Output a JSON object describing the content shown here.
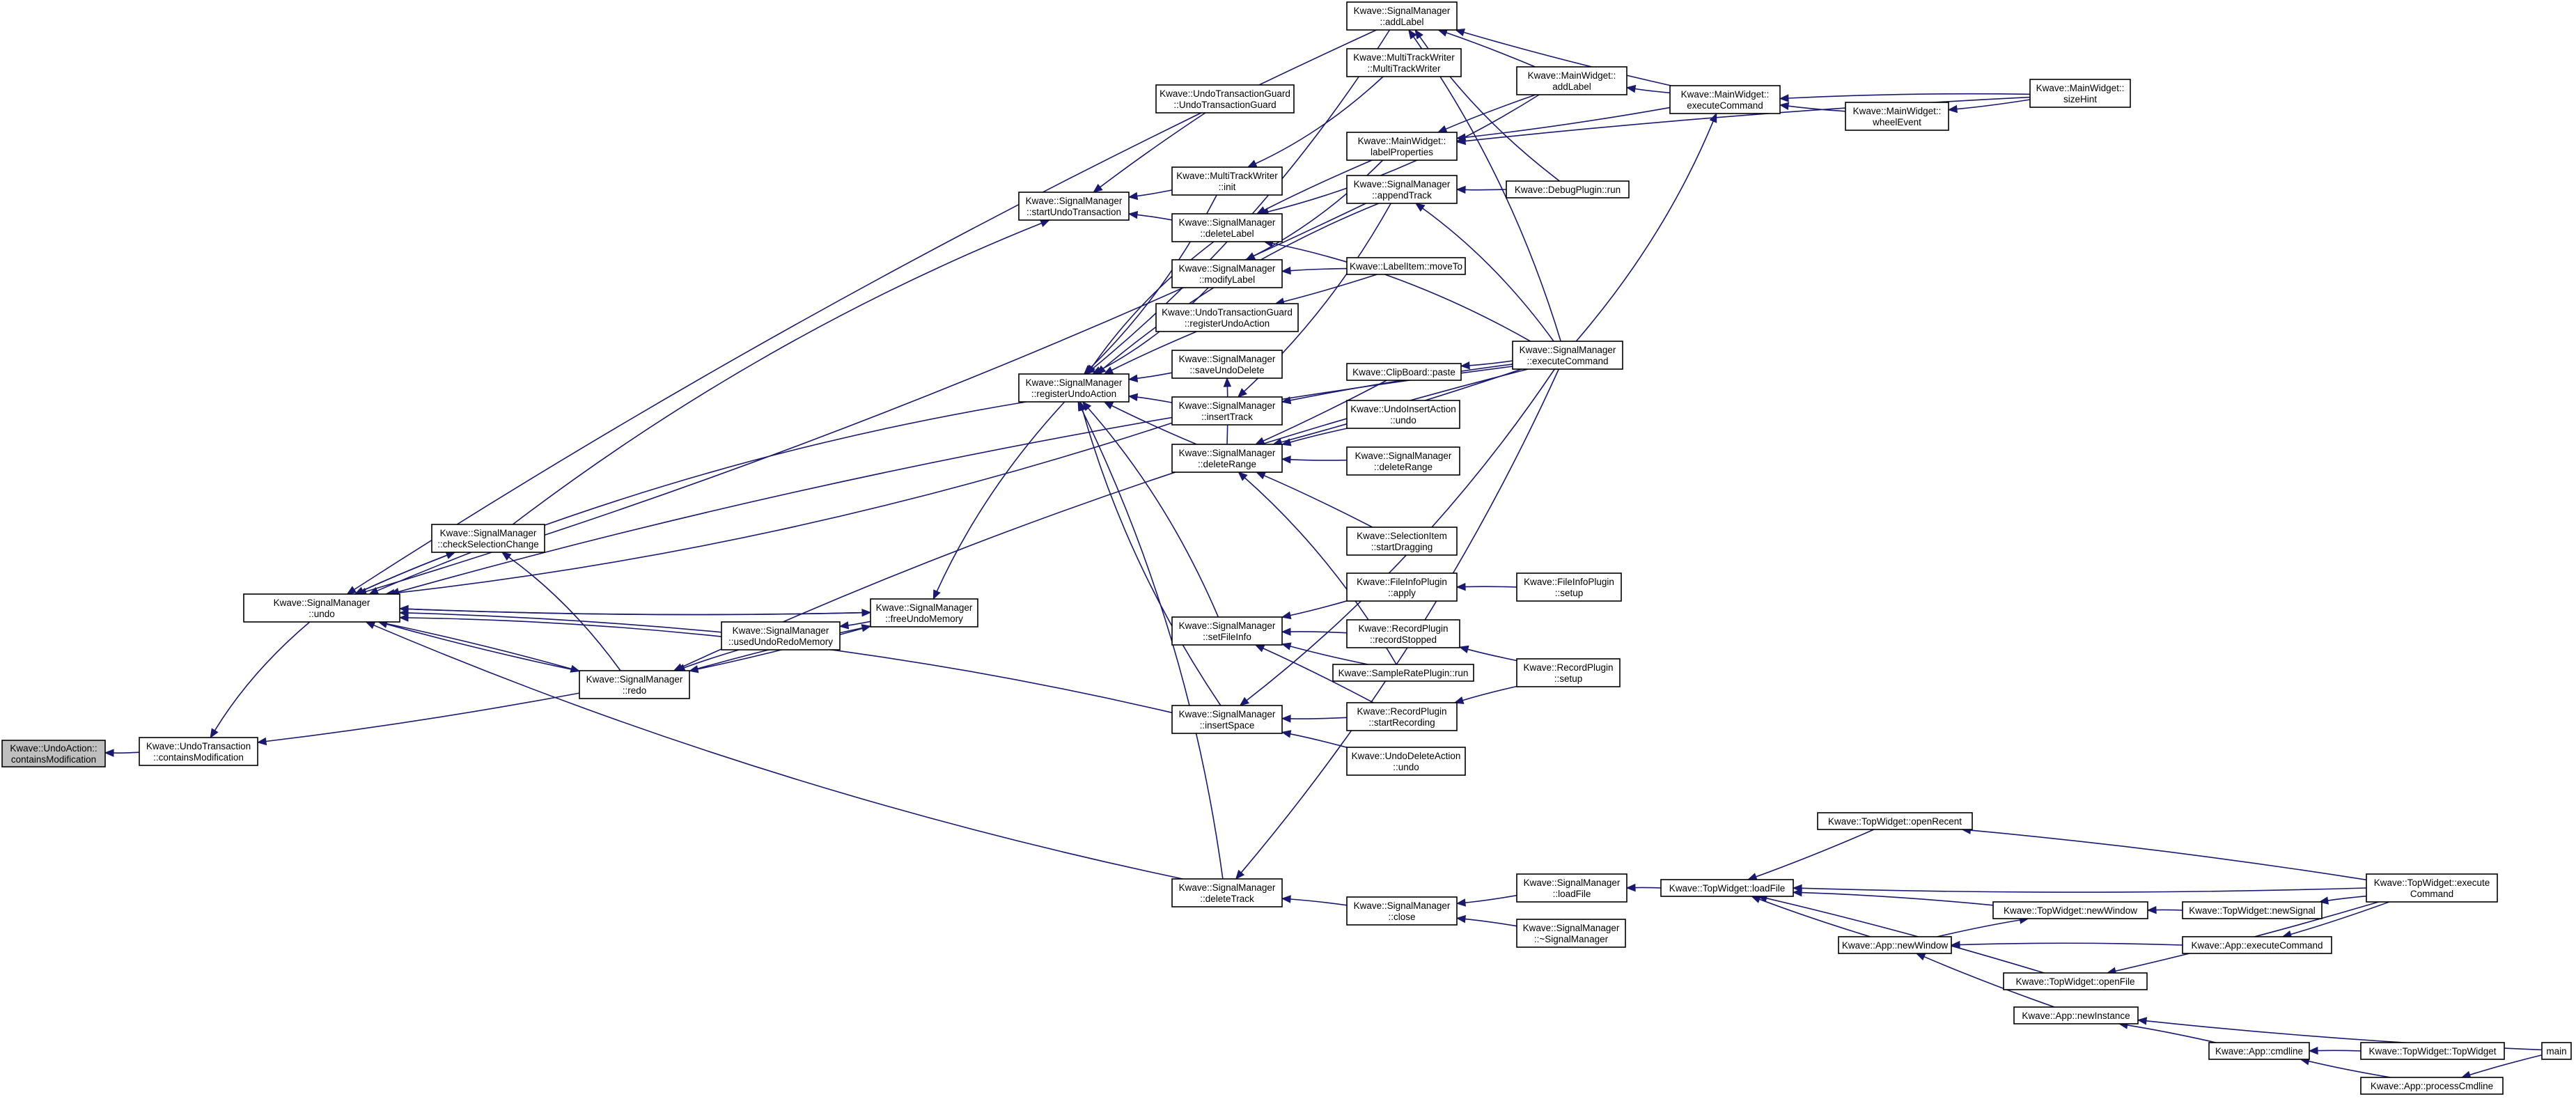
{
  "nodes": [
    {
      "id": "n0",
      "lines": [
        "Kwave::UndoAction::",
        "containsModification"
      ],
      "root": true
    },
    {
      "id": "n1",
      "lines": [
        "Kwave::UndoTransaction",
        "::containsModification"
      ]
    },
    {
      "id": "n2",
      "lines": [
        "Kwave::SignalManager",
        "::undo"
      ]
    },
    {
      "id": "n3",
      "lines": [
        "Kwave::SignalManager",
        "::checkSelectionChange"
      ]
    },
    {
      "id": "n4",
      "lines": [
        "Kwave::SignalManager",
        "::redo"
      ]
    },
    {
      "id": "n5",
      "lines": [
        "Kwave::SignalManager",
        "::usedUndoRedoMemory"
      ]
    },
    {
      "id": "n6",
      "lines": [
        "Kwave::SignalManager",
        "::freeUndoMemory"
      ]
    },
    {
      "id": "n7",
      "lines": [
        "Kwave::SignalManager",
        "::startUndoTransaction"
      ]
    },
    {
      "id": "n8",
      "lines": [
        "Kwave::SignalManager",
        "::registerUndoAction"
      ]
    },
    {
      "id": "n9",
      "lines": [
        "Kwave::UndoTransactionGuard",
        "::UndoTransactionGuard"
      ]
    },
    {
      "id": "n10",
      "lines": [
        "Kwave::MultiTrackWriter",
        "::init"
      ]
    },
    {
      "id": "n11",
      "lines": [
        "Kwave::SignalManager",
        "::deleteLabel"
      ]
    },
    {
      "id": "n12",
      "lines": [
        "Kwave::SignalManager",
        "::modifyLabel"
      ]
    },
    {
      "id": "n13",
      "lines": [
        "Kwave::UndoTransactionGuard",
        "::registerUndoAction"
      ]
    },
    {
      "id": "n14",
      "lines": [
        "Kwave::SignalManager",
        "::saveUndoDelete"
      ]
    },
    {
      "id": "n15",
      "lines": [
        "Kwave::SignalManager",
        "::insertTrack"
      ]
    },
    {
      "id": "n16",
      "lines": [
        "Kwave::SignalManager",
        "::deleteRange"
      ]
    },
    {
      "id": "n17",
      "lines": [
        "Kwave::SignalManager",
        "::setFileInfo"
      ]
    },
    {
      "id": "n18",
      "lines": [
        "Kwave::SignalManager",
        "::insertSpace"
      ]
    },
    {
      "id": "n19",
      "lines": [
        "Kwave::SignalManager",
        "::deleteTrack"
      ]
    },
    {
      "id": "n20",
      "lines": [
        "Kwave::SignalManager",
        "::addLabel"
      ]
    },
    {
      "id": "n21",
      "lines": [
        "Kwave::MultiTrackWriter",
        "::MultiTrackWriter"
      ]
    },
    {
      "id": "n22",
      "lines": [
        "Kwave::MainWidget::",
        "labelProperties"
      ]
    },
    {
      "id": "n23",
      "lines": [
        "Kwave::SignalManager",
        "::appendTrack"
      ]
    },
    {
      "id": "n24",
      "lines": [
        "Kwave::LabelItem::moveTo"
      ]
    },
    {
      "id": "n25",
      "lines": [
        "Kwave::ClipBoard::paste"
      ]
    },
    {
      "id": "n26",
      "lines": [
        "Kwave::UndoInsertAction",
        "::undo"
      ]
    },
    {
      "id": "n27",
      "lines": [
        "Kwave::SignalManager",
        "::deleteRange"
      ]
    },
    {
      "id": "n28",
      "lines": [
        "Kwave::SelectionItem",
        "::startDragging"
      ]
    },
    {
      "id": "n29",
      "lines": [
        "Kwave::FileInfoPlugin",
        "::apply"
      ]
    },
    {
      "id": "n30",
      "lines": [
        "Kwave::RecordPlugin",
        "::recordStopped"
      ]
    },
    {
      "id": "n31",
      "lines": [
        "Kwave::SampleRatePlugin::run"
      ]
    },
    {
      "id": "n32",
      "lines": [
        "Kwave::RecordPlugin",
        "::startRecording"
      ]
    },
    {
      "id": "n33",
      "lines": [
        "Kwave::UndoDeleteAction",
        "::undo"
      ]
    },
    {
      "id": "n34",
      "lines": [
        "Kwave::SignalManager",
        "::close"
      ]
    },
    {
      "id": "n35",
      "lines": [
        "Kwave::MainWidget::",
        "addLabel"
      ]
    },
    {
      "id": "n36",
      "lines": [
        "Kwave::DebugPlugin::run"
      ]
    },
    {
      "id": "n37",
      "lines": [
        "Kwave::SignalManager",
        "::executeCommand"
      ]
    },
    {
      "id": "n38",
      "lines": [
        "Kwave::FileInfoPlugin",
        "::setup"
      ]
    },
    {
      "id": "n39",
      "lines": [
        "Kwave::RecordPlugin",
        "::setup"
      ]
    },
    {
      "id": "n40",
      "lines": [
        "Kwave::SignalManager",
        "::loadFile"
      ]
    },
    {
      "id": "n41",
      "lines": [
        "Kwave::SignalManager",
        "::~SignalManager"
      ]
    },
    {
      "id": "n42",
      "lines": [
        "Kwave::MainWidget::",
        "executeCommand"
      ]
    },
    {
      "id": "n43",
      "lines": [
        "Kwave::MainWidget::",
        "wheelEvent"
      ]
    },
    {
      "id": "n44",
      "lines": [
        "Kwave::MainWidget::",
        "sizeHint"
      ]
    },
    {
      "id": "n45",
      "lines": [
        "Kwave::TopWidget::loadFile"
      ]
    },
    {
      "id": "n46",
      "lines": [
        "Kwave::TopWidget::openRecent"
      ]
    },
    {
      "id": "n47",
      "lines": [
        "Kwave::TopWidget::newWindow"
      ]
    },
    {
      "id": "n48",
      "lines": [
        "Kwave::App::newWindow"
      ]
    },
    {
      "id": "n49",
      "lines": [
        "Kwave::TopWidget::openFile"
      ]
    },
    {
      "id": "n50",
      "lines": [
        "Kwave::App::newInstance"
      ]
    },
    {
      "id": "n51",
      "lines": [
        "Kwave::TopWidget::newSignal"
      ]
    },
    {
      "id": "n52",
      "lines": [
        "Kwave::App::executeCommand"
      ]
    },
    {
      "id": "n53",
      "lines": [
        "Kwave::App::cmdline"
      ]
    },
    {
      "id": "n54",
      "lines": [
        "Kwave::TopWidget::execute",
        "Command"
      ]
    },
    {
      "id": "n55",
      "lines": [
        "Kwave::TopWidget::TopWidget"
      ]
    },
    {
      "id": "n56",
      "lines": [
        "Kwave::App::processCmdline"
      ]
    },
    {
      "id": "n57",
      "lines": [
        "main"
      ]
    }
  ],
  "edges": [
    [
      "n1",
      "n0"
    ],
    [
      "n2",
      "n1"
    ],
    [
      "n4",
      "n1"
    ],
    [
      "n3",
      "n2"
    ],
    [
      "n4",
      "n2"
    ],
    [
      "n5",
      "n2"
    ],
    [
      "n6",
      "n2"
    ],
    [
      "n8",
      "n2"
    ],
    [
      "n15",
      "n2"
    ],
    [
      "n18",
      "n2"
    ],
    [
      "n19",
      "n2"
    ],
    [
      "n20",
      "n2"
    ],
    [
      "n23",
      "n2"
    ],
    [
      "n37",
      "n2"
    ],
    [
      "n2",
      "n3"
    ],
    [
      "n4",
      "n3"
    ],
    [
      "n2",
      "n4"
    ],
    [
      "n5",
      "n4"
    ],
    [
      "n6",
      "n4"
    ],
    [
      "n37",
      "n4"
    ],
    [
      "n6",
      "n5"
    ],
    [
      "n2",
      "n6"
    ],
    [
      "n4",
      "n6"
    ],
    [
      "n8",
      "n6"
    ],
    [
      "n3",
      "n7"
    ],
    [
      "n9",
      "n7"
    ],
    [
      "n10",
      "n7"
    ],
    [
      "n11",
      "n7"
    ],
    [
      "n10",
      "n8"
    ],
    [
      "n11",
      "n8"
    ],
    [
      "n12",
      "n8"
    ],
    [
      "n13",
      "n8"
    ],
    [
      "n14",
      "n8"
    ],
    [
      "n15",
      "n8"
    ],
    [
      "n16",
      "n8"
    ],
    [
      "n17",
      "n8"
    ],
    [
      "n18",
      "n8"
    ],
    [
      "n19",
      "n8"
    ],
    [
      "n20",
      "n8"
    ],
    [
      "n23",
      "n8"
    ],
    [
      "n21",
      "n10"
    ],
    [
      "n22",
      "n11"
    ],
    [
      "n35",
      "n11"
    ],
    [
      "n37",
      "n11"
    ],
    [
      "n22",
      "n12"
    ],
    [
      "n24",
      "n12"
    ],
    [
      "n24",
      "n13"
    ],
    [
      "n16",
      "n14"
    ],
    [
      "n23",
      "n15"
    ],
    [
      "n37",
      "n15"
    ],
    [
      "n25",
      "n16"
    ],
    [
      "n26",
      "n16"
    ],
    [
      "n27",
      "n16"
    ],
    [
      "n28",
      "n16"
    ],
    [
      "n37",
      "n16"
    ],
    [
      "n31",
      "n16"
    ],
    [
      "n29",
      "n17"
    ],
    [
      "n30",
      "n17"
    ],
    [
      "n31",
      "n17"
    ],
    [
      "n32",
      "n17"
    ],
    [
      "n32",
      "n18"
    ],
    [
      "n33",
      "n18"
    ],
    [
      "n37",
      "n18"
    ],
    [
      "n34",
      "n19"
    ],
    [
      "n37",
      "n19"
    ],
    [
      "n35",
      "n20"
    ],
    [
      "n36",
      "n20"
    ],
    [
      "n37",
      "n20"
    ],
    [
      "n42",
      "n20"
    ],
    [
      "n35",
      "n22"
    ],
    [
      "n42",
      "n22"
    ],
    [
      "n44",
      "n22"
    ],
    [
      "n36",
      "n23"
    ],
    [
      "n37",
      "n23"
    ],
    [
      "n37",
      "n25"
    ],
    [
      "n38",
      "n29"
    ],
    [
      "n39",
      "n30"
    ],
    [
      "n39",
      "n32"
    ],
    [
      "n40",
      "n34"
    ],
    [
      "n41",
      "n34"
    ],
    [
      "n42",
      "n35"
    ],
    [
      "n37",
      "n42"
    ],
    [
      "n43",
      "n42"
    ],
    [
      "n44",
      "n42"
    ],
    [
      "n44",
      "n43"
    ],
    [
      "n45",
      "n40"
    ],
    [
      "n46",
      "n45"
    ],
    [
      "n47",
      "n45"
    ],
    [
      "n48",
      "n45"
    ],
    [
      "n49",
      "n45"
    ],
    [
      "n54",
      "n45"
    ],
    [
      "n54",
      "n46"
    ],
    [
      "n48",
      "n47"
    ],
    [
      "n51",
      "n47"
    ],
    [
      "n50",
      "n48"
    ],
    [
      "n52",
      "n48"
    ],
    [
      "n54",
      "n49"
    ],
    [
      "n53",
      "n50"
    ],
    [
      "n57",
      "n50"
    ],
    [
      "n54",
      "n51"
    ],
    [
      "n54",
      "n52"
    ],
    [
      "n55",
      "n53"
    ],
    [
      "n56",
      "n53"
    ],
    [
      "n57",
      "n56"
    ]
  ],
  "colors": {
    "edge": "#191970",
    "node_fill": "#ffffff",
    "root_fill": "#bfbfbf",
    "node_stroke": "#000000"
  }
}
